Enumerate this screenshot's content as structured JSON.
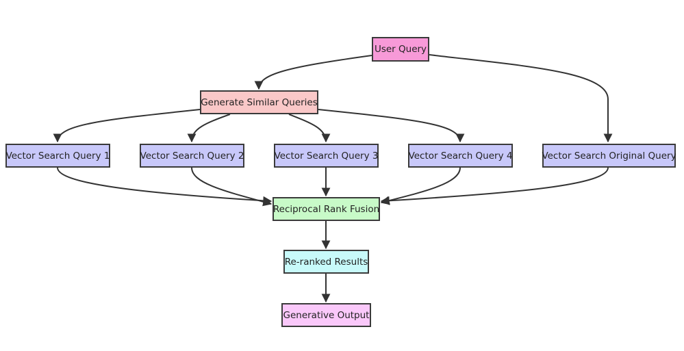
{
  "diagram": {
    "type": "flowchart",
    "nodes": {
      "user_query": {
        "label": "User Query",
        "color": "#f79ad8"
      },
      "generate_similar": {
        "label": "Generate Similar Queries",
        "color": "#fac8c8"
      },
      "vs_query_1": {
        "label": "Vector Search Query 1",
        "color": "#c8c8fa"
      },
      "vs_query_2": {
        "label": "Vector Search Query 2",
        "color": "#c8c8fa"
      },
      "vs_query_3": {
        "label": "Vector Search Query 3",
        "color": "#c8c8fa"
      },
      "vs_query_4": {
        "label": "Vector Search Query 4",
        "color": "#c8c8fa"
      },
      "vs_original": {
        "label": "Vector Search Original Query",
        "color": "#c8c8fa"
      },
      "rrf": {
        "label": "Reciprocal Rank Fusion",
        "color": "#c8fac8"
      },
      "reranked": {
        "label": "Re-ranked Results",
        "color": "#c8fafa"
      },
      "generative": {
        "label": "Generative Output",
        "color": "#fac8fa"
      }
    },
    "edges": [
      {
        "from": "user_query",
        "to": "generate_similar"
      },
      {
        "from": "user_query",
        "to": "vs_original"
      },
      {
        "from": "generate_similar",
        "to": "vs_query_1"
      },
      {
        "from": "generate_similar",
        "to": "vs_query_2"
      },
      {
        "from": "generate_similar",
        "to": "vs_query_3"
      },
      {
        "from": "generate_similar",
        "to": "vs_query_4"
      },
      {
        "from": "vs_query_1",
        "to": "rrf"
      },
      {
        "from": "vs_query_2",
        "to": "rrf"
      },
      {
        "from": "vs_query_3",
        "to": "rrf"
      },
      {
        "from": "vs_query_4",
        "to": "rrf"
      },
      {
        "from": "vs_original",
        "to": "rrf"
      },
      {
        "from": "rrf",
        "to": "reranked"
      },
      {
        "from": "reranked",
        "to": "generative"
      }
    ]
  }
}
